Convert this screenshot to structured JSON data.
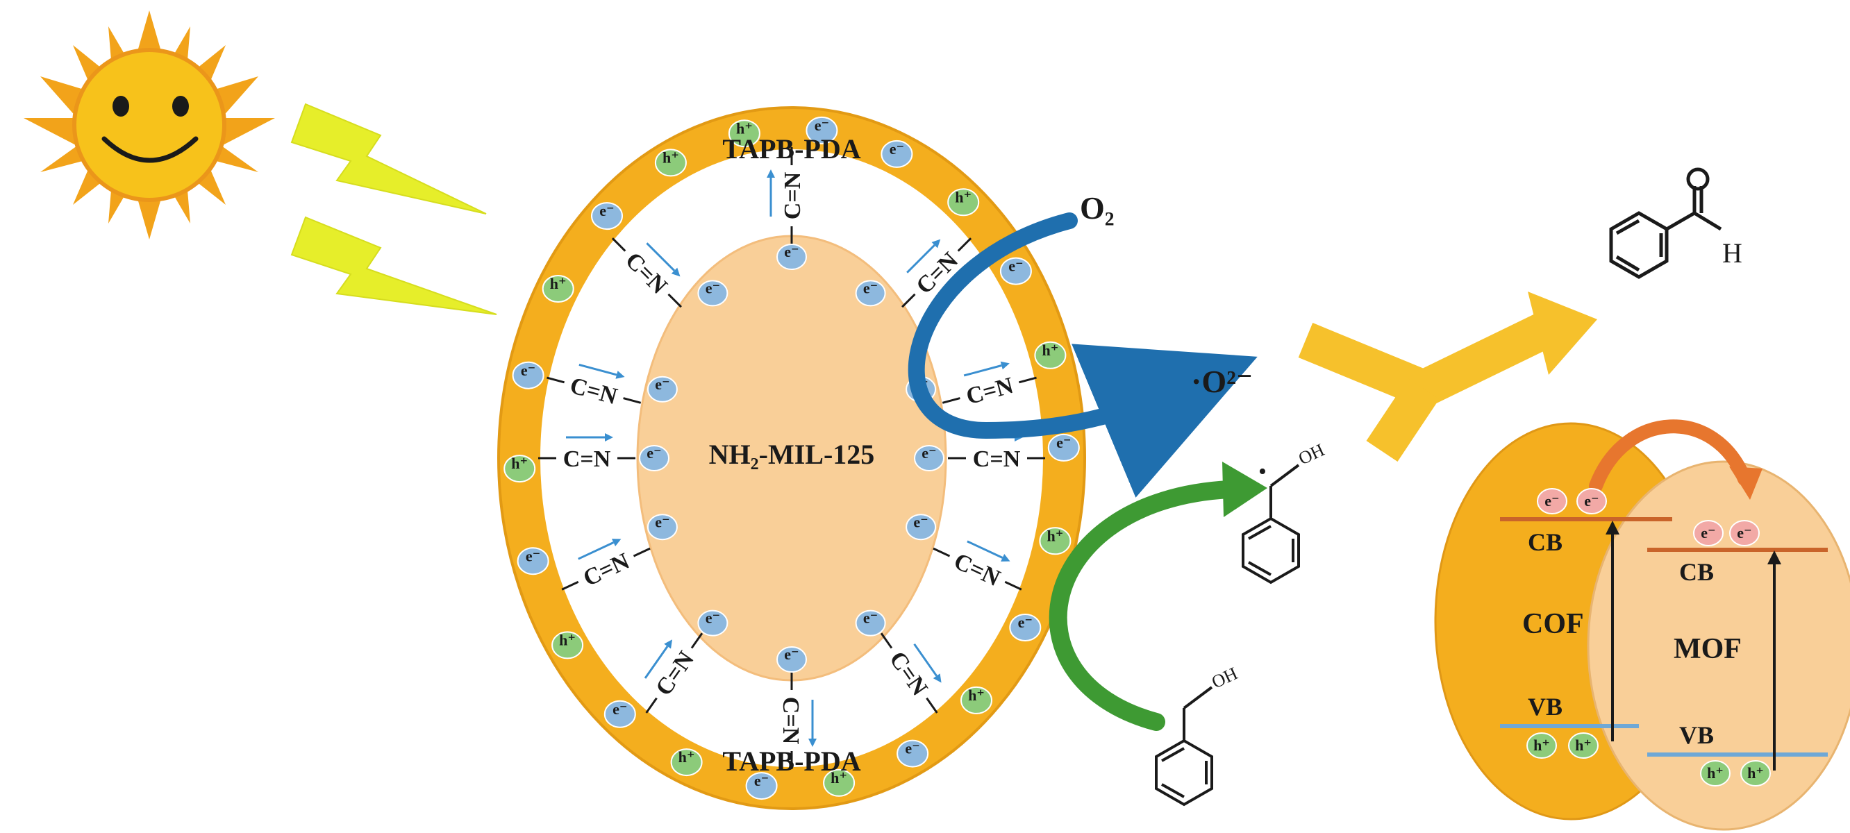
{
  "title": "",
  "colors": {
    "sun": "#F7C21B",
    "sun_rays": "#F2A31A",
    "lightning": "#E6EE2A",
    "cof_ring": "#F4AE1E",
    "mof_core": "#F9CF98",
    "electron": "#8DB8DE",
    "hole": "#8CCB7A",
    "blue_arrow": "#1F6FAE",
    "green_arrow": "#3E9A33",
    "band_arrow": "#E7762E",
    "cb_line": "#C9642A",
    "vb_line": "#6FA8D6"
  },
  "labels": {
    "shell_top": "TAPB-PDA",
    "shell_bottom": "TAPB-PDA",
    "core": "NH₂-MIL-125",
    "oxygen": "O₂",
    "superoxide": "·O²⁻",
    "imine": "C=N",
    "electron": "e⁻",
    "hole": "h⁺",
    "oh": "OH",
    "h": "H",
    "radical_dot": "•"
  },
  "band_diagram": {
    "cof_label": "COF",
    "mof_label": "MOF",
    "cb_label": "CB",
    "vb_label": "VB",
    "electron": "e⁻",
    "hole": "h⁺"
  }
}
